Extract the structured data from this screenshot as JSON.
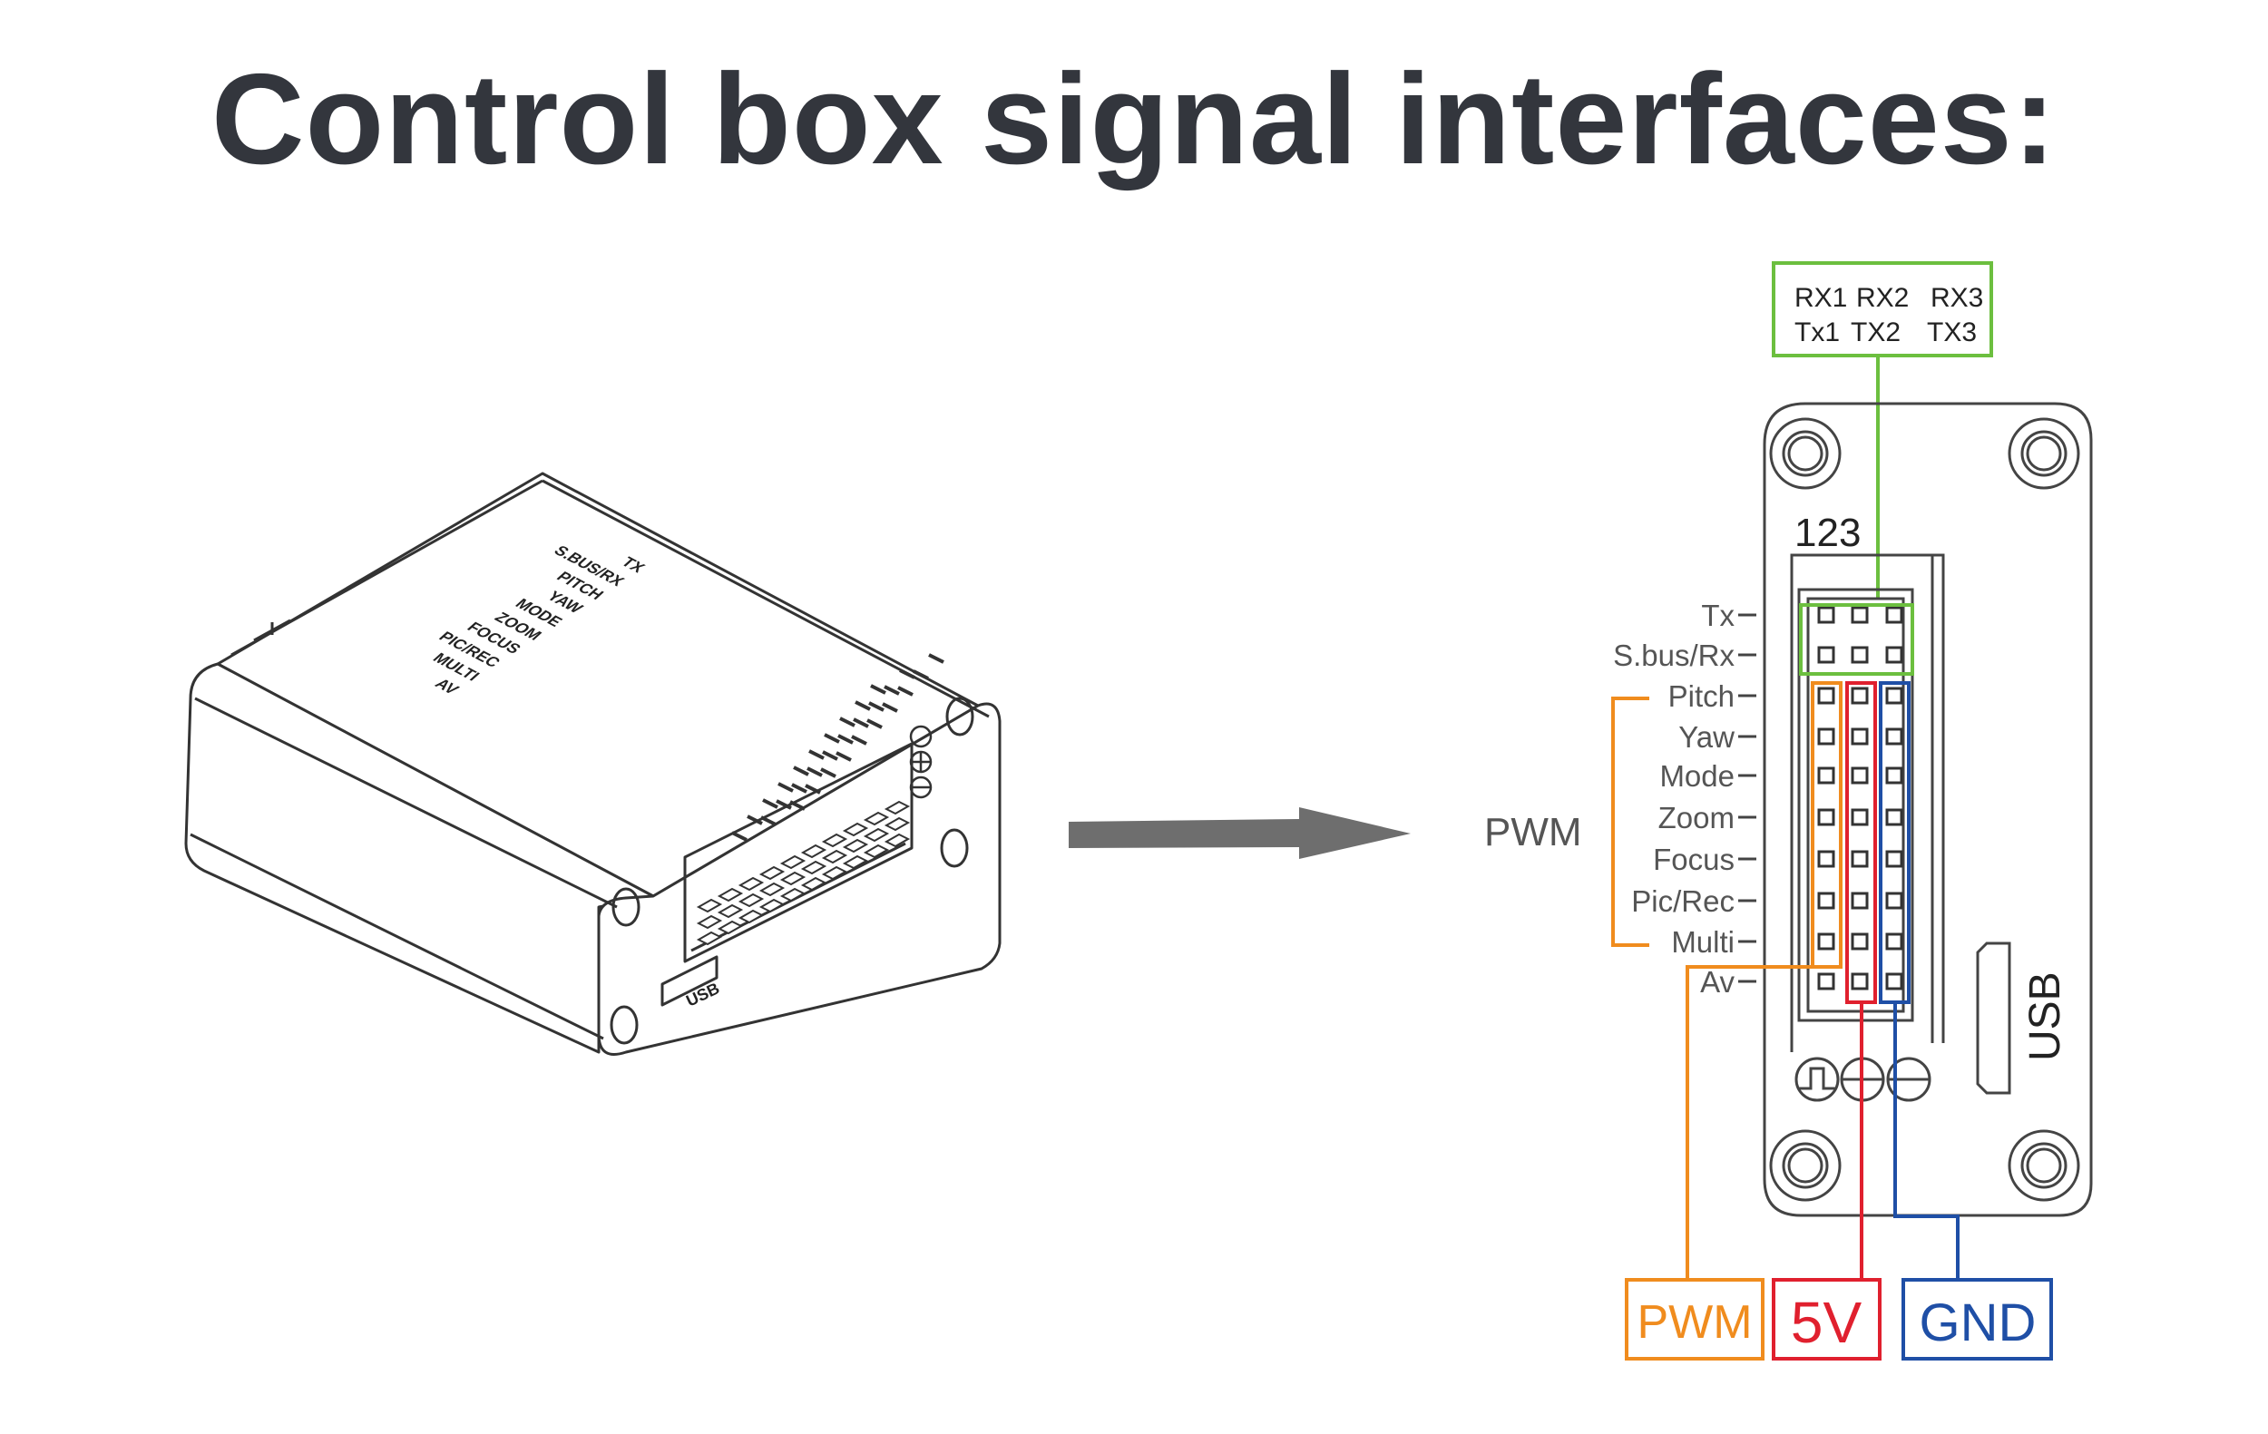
{
  "title": "Control box signal interfaces:",
  "device_illustration": {
    "top_labels": [
      "TX",
      "S.BUS/RX",
      "PITCH",
      "YAW",
      "MODE",
      "ZOOM",
      "FOCUS",
      "PIC/REC",
      "MULTI",
      "AV"
    ],
    "usb_label": "USB",
    "polarity_symbols": [
      "signal",
      "plus",
      "minus"
    ]
  },
  "arrow": {
    "direction": "right",
    "color": "#6e6e6e"
  },
  "uart_box": {
    "row1": [
      "RX1",
      "RX2",
      "RX3"
    ],
    "row2": [
      "Tx1",
      "TX2",
      "TX3"
    ],
    "color": "#6cbf3f"
  },
  "board": {
    "column_header": "123",
    "usb_label": "USB",
    "pin_labels": [
      "Tx",
      "S.bus/Rx",
      "Pitch",
      "Yaw",
      "Mode",
      "Zoom",
      "Focus",
      "Pic/Rec",
      "Multi",
      "Av"
    ],
    "pwm_group_label": "PWM",
    "pin_columns": 3,
    "pin_rows": 10,
    "symbols": [
      "signal-icon",
      "plus-icon",
      "minus-icon"
    ]
  },
  "legend": [
    {
      "label": "PWM",
      "color": "#f08c1e"
    },
    {
      "label": "5V",
      "color": "#e0202e"
    },
    {
      "label": "GND",
      "color": "#1f4fa6"
    }
  ]
}
